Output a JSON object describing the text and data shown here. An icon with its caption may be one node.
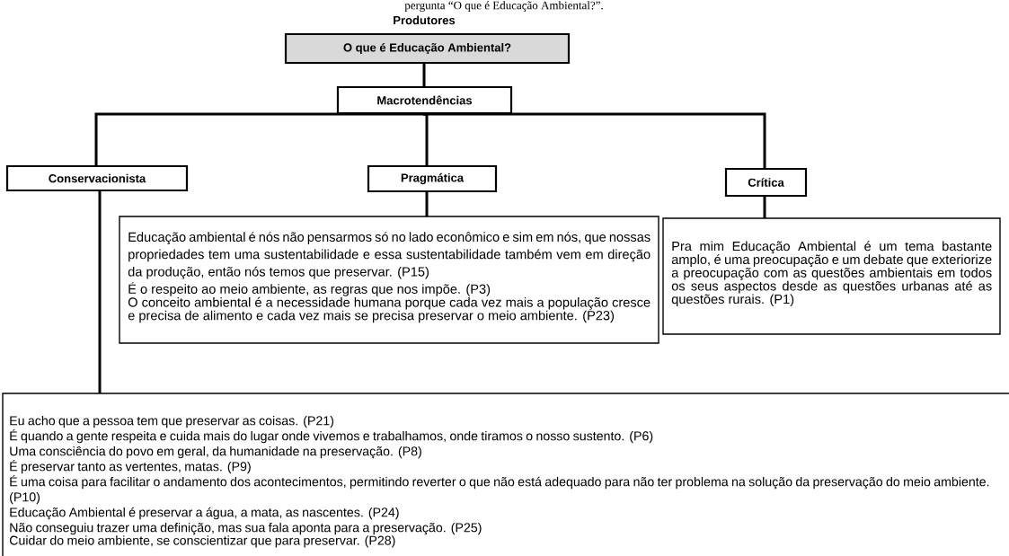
{
  "diagram": {
    "title": "Produtores",
    "caption": "pergunta “O que é Educação Ambiental?”.",
    "nodes": [
      {
        "text": [
          "O que é Educação Ambiental?"
        ]
      },
      {
        "text": [
          "Macrotendências"
        ]
      },
      {
        "text": [
          "Conservacionista"
        ]
      },
      {
        "text": [
          "Pragmática"
        ]
      },
      {
        "text": [
          "Crítica"
        ]
      },
      {
        "text": [
          "Educação ambiental é nós não pensarmos só no lado econômico e sim em nós, que nossas propriedades tem uma sustentabilidade e essa sustentabilidade também vem em direção da produção, então nós temos que preservar. (P15)",
          "É o respeito ao meio ambiente, as regras que nos impõe. (P3)",
          "O conceito ambiental é a necessidade humana porque cada vez mais a população cresce e precisa de alimento e cada vez mais se precisa preservar o meio ambiente. (P23)"
        ]
      },
      {
        "text": [
          "Pra mim Educação Ambiental é um tema bastante amplo, é uma preocupação e um debate que exteriorize a preocupação com as questões ambientais em todos os seus aspectos desde as questões urbanas até as questões rurais. (P1)"
        ]
      },
      {
        "text": [
          "Eu acho que a pessoa tem que preservar as coisas. (P21)",
          "É quando a gente respeita e cuida mais do lugar onde vivemos e trabalhamos, onde tiramos o nosso sustento. (P6)",
          "Uma consciência do povo em geral, da humanidade na preservação. (P8)",
          "É preservar tanto as vertentes, matas. (P9)",
          "É uma coisa para facilitar o andamento dos acontecimentos, permitindo reverter o que não está adequado para não ter problema na solução da preservação do meio ambiente. (P10)",
          "Educação Ambiental é preservar a água, a mata, as nascentes. (P24)",
          "Não conseguiu trazer uma definição, mas sua fala aponta para a preservação. (P25)",
          "Cuidar do meio ambiente, se conscientizar que para preservar. (P28)"
        ]
      }
    ],
    "edges": [
      {
        "from": 0,
        "to": 1,
        "arrow": "none"
      },
      {
        "from": 1,
        "to": 2,
        "arrow": "none"
      },
      {
        "from": 1,
        "to": 3,
        "arrow": "none"
      },
      {
        "from": 1,
        "to": 4,
        "arrow": "none"
      },
      {
        "from": 3,
        "to": 5,
        "arrow": "none"
      },
      {
        "from": 4,
        "to": 6,
        "arrow": "none"
      },
      {
        "from": 2,
        "to": 7,
        "arrow": "none"
      }
    ]
  }
}
